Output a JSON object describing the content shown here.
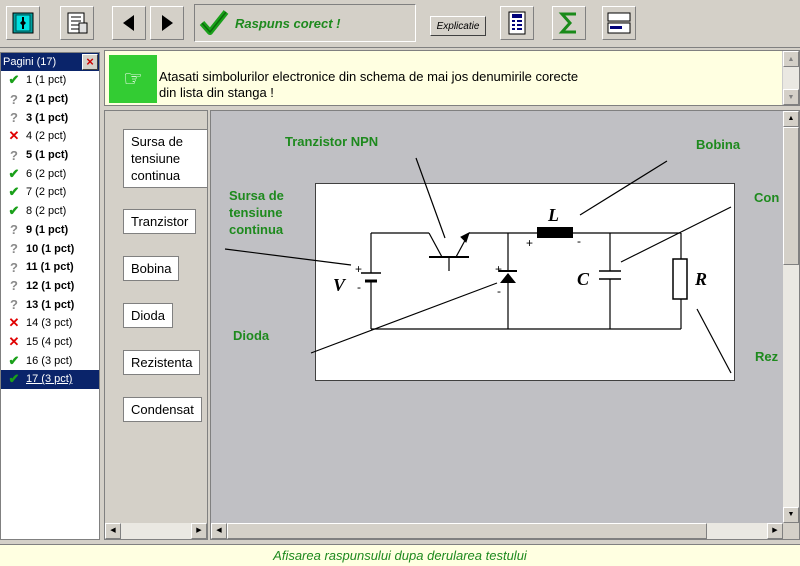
{
  "toolbar": {
    "result_text": "Raspuns corect !",
    "explanation_label": "Explicatie",
    "buttons": [
      {
        "name": "exit-icon"
      },
      {
        "name": "list-icon"
      },
      {
        "name": "prev-arrow-icon"
      },
      {
        "name": "next-arrow-icon"
      },
      {
        "name": "checkmark-icon"
      },
      {
        "name": "calculator-icon"
      },
      {
        "name": "sigma-icon"
      },
      {
        "name": "window-icon"
      }
    ]
  },
  "pages": {
    "title": "Pagini (17)",
    "items": [
      {
        "label": "1 (1 pct)",
        "status": "ok",
        "bold": false
      },
      {
        "label": "2 (1 pct)",
        "status": "q",
        "bold": true
      },
      {
        "label": "3 (1 pct)",
        "status": "q",
        "bold": true
      },
      {
        "label": "4 (2 pct)",
        "status": "bad",
        "bold": false
      },
      {
        "label": "5 (1 pct)",
        "status": "q",
        "bold": true
      },
      {
        "label": "6 (2 pct)",
        "status": "ok",
        "bold": false
      },
      {
        "label": "7 (2 pct)",
        "status": "ok",
        "bold": false
      },
      {
        "label": "8 (2 pct)",
        "status": "ok",
        "bold": false
      },
      {
        "label": "9 (1 pct)",
        "status": "q",
        "bold": true
      },
      {
        "label": "10 (1 pct)",
        "status": "q",
        "bold": true
      },
      {
        "label": "11 (1 pct)",
        "status": "q",
        "bold": true
      },
      {
        "label": "12 (1 pct)",
        "status": "q",
        "bold": true
      },
      {
        "label": "13 (1 pct)",
        "status": "q",
        "bold": true
      },
      {
        "label": "14 (3 pct)",
        "status": "bad",
        "bold": false
      },
      {
        "label": "15 (4 pct)",
        "status": "bad",
        "bold": false
      },
      {
        "label": "16 (3 pct)",
        "status": "ok",
        "bold": false
      },
      {
        "label": "17 (3 pct)",
        "status": "ok",
        "bold": false,
        "selected": true
      }
    ]
  },
  "instruction": {
    "text": "Atasati simbolurilor electronice din schema de mai jos denumirile corecte\ndin lista din stanga !"
  },
  "answers": [
    "Sursa de\ntensiune\ncontinua",
    "Tranzistor",
    "Bobina",
    "Dioda",
    "Rezistenta",
    "Condensat"
  ],
  "diagram": {
    "labels": {
      "tranzistor": "Tranzistor NPN",
      "bobina": "Bobina",
      "sursa": "Sursa de\ntensiune\ncontinua",
      "con": "Con",
      "dioda": "Dioda",
      "rez": "Rez"
    },
    "symbols": {
      "V": "V",
      "L": "L",
      "C": "C",
      "R": "R",
      "plus": "+",
      "minus": "-"
    }
  },
  "status_text": "Afisarea raspunsului dupa derularea testului",
  "colors": {
    "accent_green": "#1e8a1e",
    "ok": "#1aa01a",
    "bad": "#e00000",
    "selection": "#0a246a"
  }
}
